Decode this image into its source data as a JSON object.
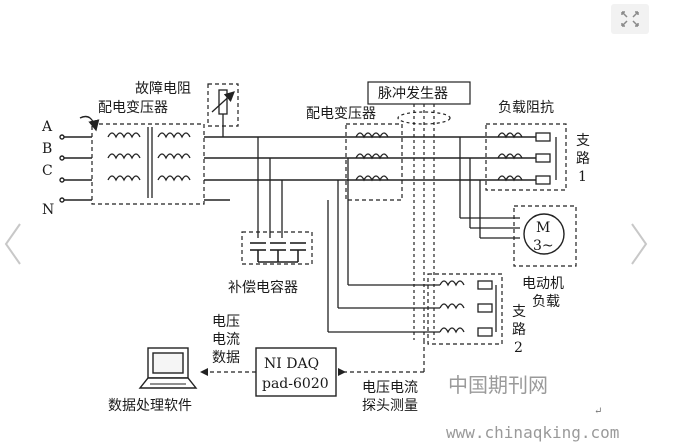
{
  "labels": {
    "phase_a": "A",
    "phase_b": "B",
    "phase_c": "C",
    "phase_n": "N",
    "fault_resistor": "故障电阻",
    "dist_transformer_left": "配电变压器",
    "dist_transformer_right": "配电变压器",
    "pulse_generator": "脉冲发生器",
    "load_impedance": "负载阻抗",
    "branch1_line1": "支",
    "branch1_line2": "路",
    "branch1_line3": "1",
    "branch2_line1": "支",
    "branch2_line2": "路",
    "branch2_line3": "2",
    "motor_symbol": "M",
    "motor_sub": "3~",
    "motor_load_line1": "电动机",
    "motor_load_line2": "负载",
    "compensation_capacitor": "补偿电容器",
    "vi_data_line1": "电压",
    "vi_data_line2": "电流",
    "vi_data_line3": "数据",
    "daq_line1": "NI DAQ",
    "daq_line2": "pad-6020",
    "probe_line1": "电压电流",
    "probe_line2": "探头测量",
    "software": "数据处理软件",
    "watermark_cn": "中国期刊网",
    "watermark_url": "www.chinaqking.com",
    "small_mark": "↵"
  },
  "icons": {
    "expand": "expand-icon",
    "prev": "chevron-left-icon",
    "next": "chevron-right-icon",
    "laptop": "laptop-icon"
  },
  "colors": {
    "line": "#222222",
    "nav": "#c8c8c8",
    "watermark": "#9a9a9a"
  }
}
